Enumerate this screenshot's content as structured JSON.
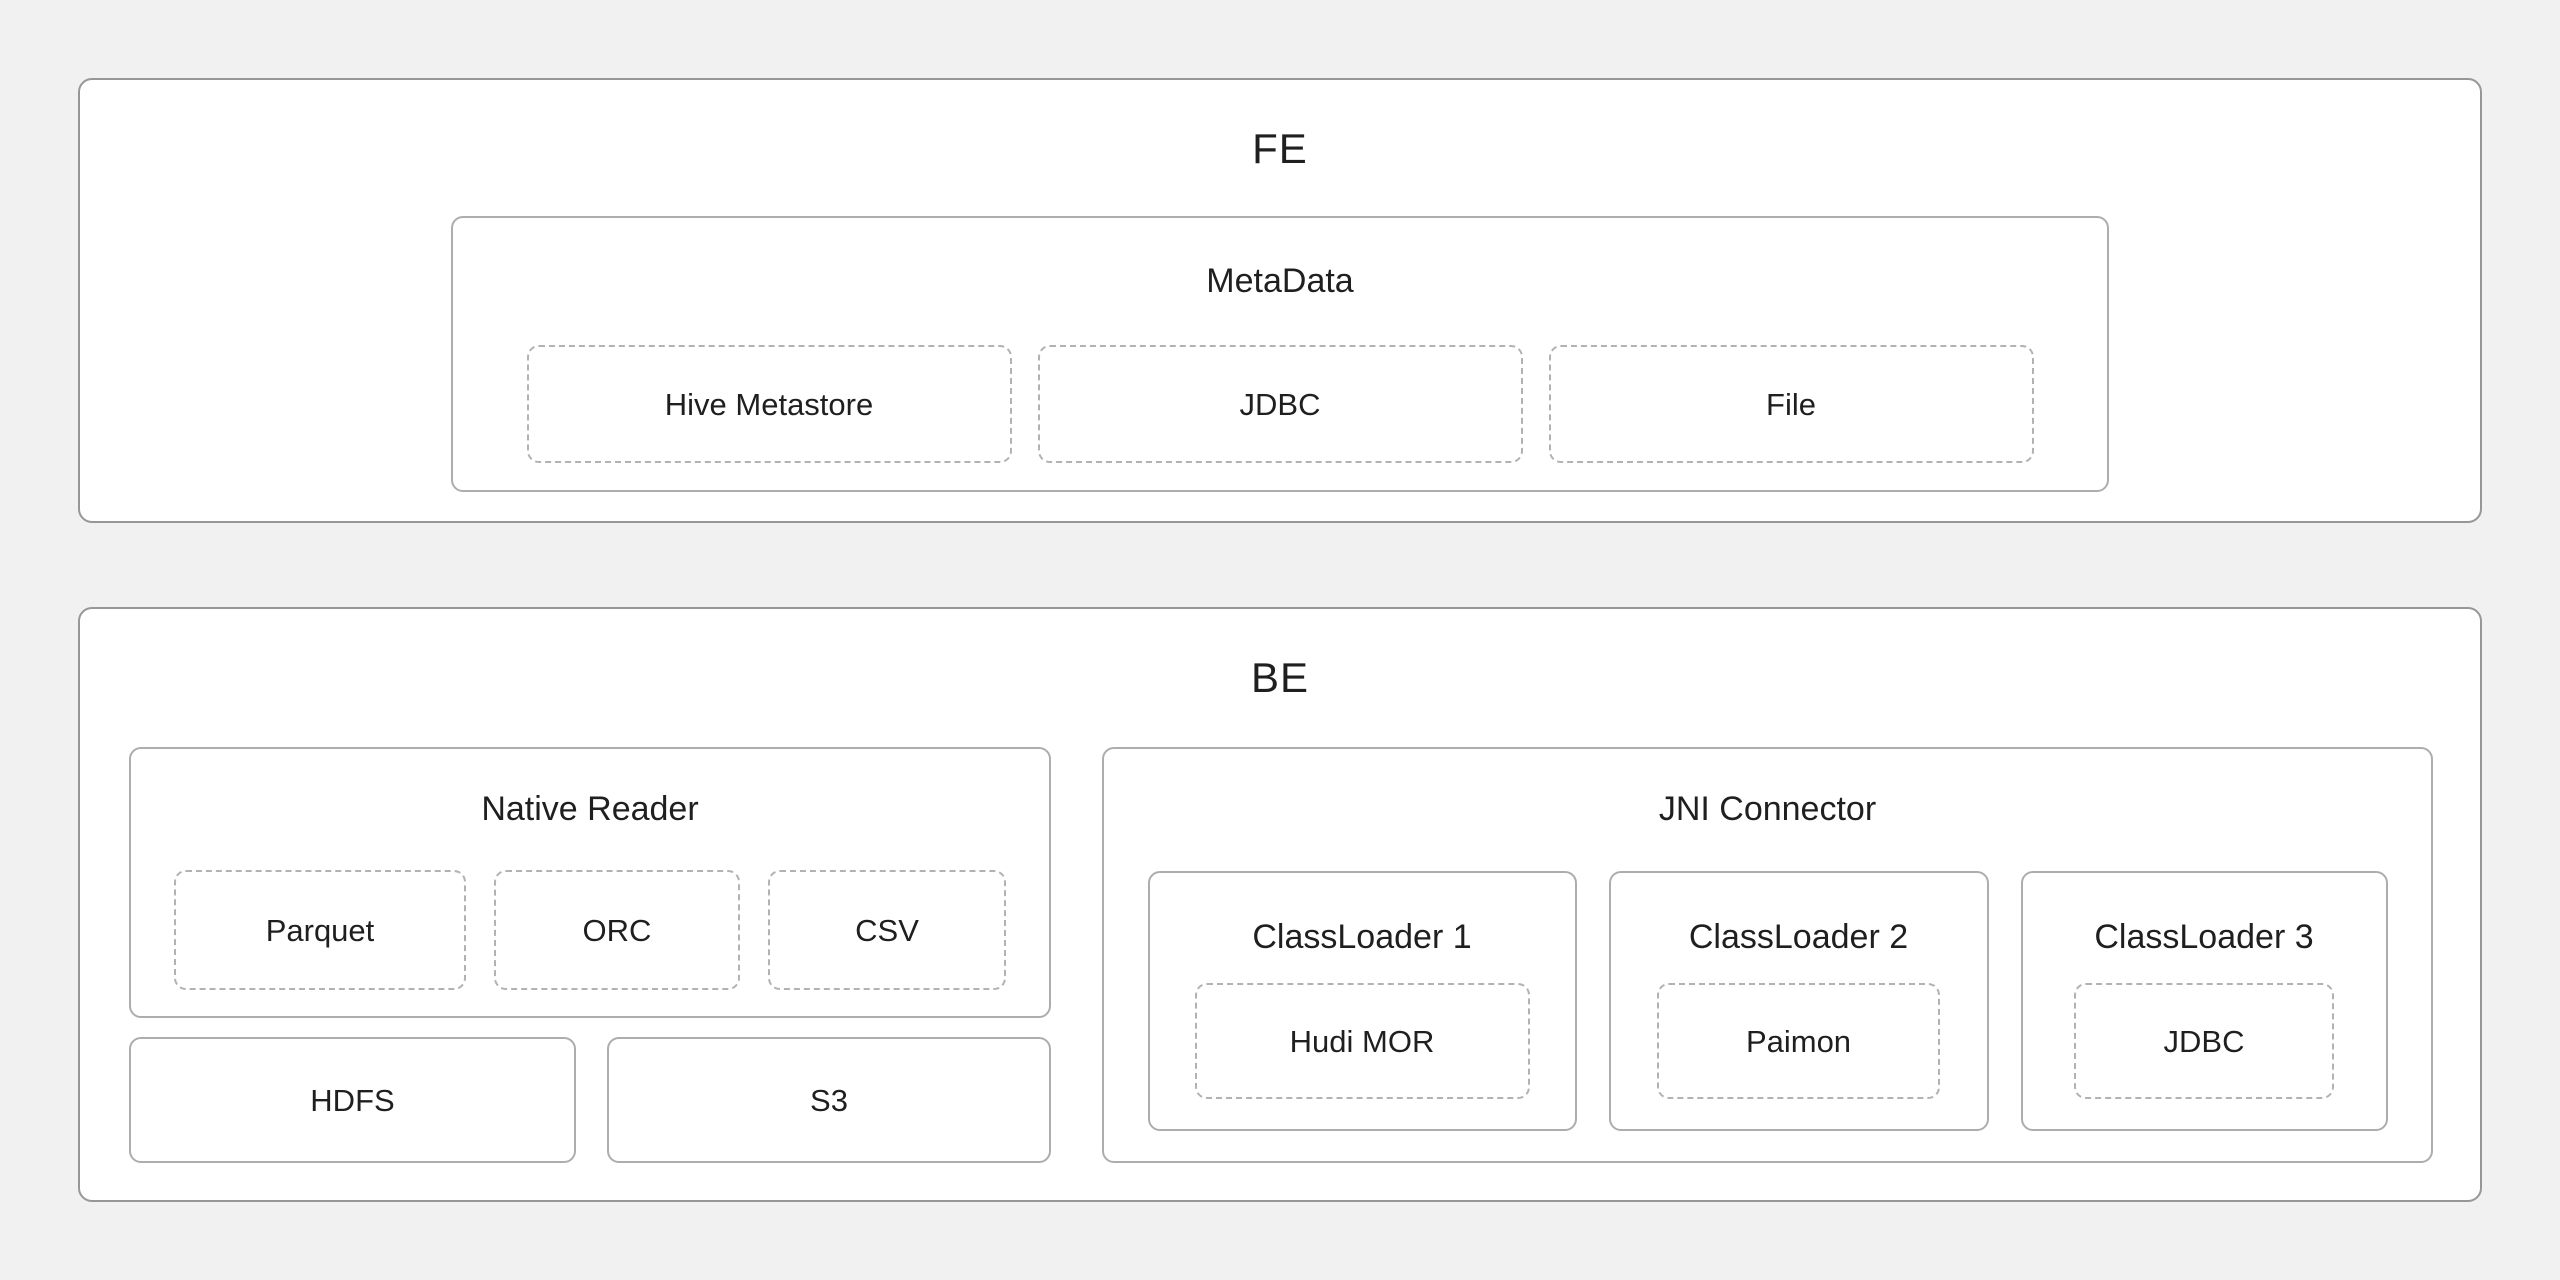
{
  "fe": {
    "title": "FE",
    "metadata": {
      "title": "MetaData",
      "items": [
        "Hive Metastore",
        "JDBC",
        "File"
      ]
    }
  },
  "be": {
    "title": "BE",
    "native_reader": {
      "title": "Native Reader",
      "formats": [
        "Parquet",
        "ORC",
        "CSV"
      ]
    },
    "storage": [
      "HDFS",
      "S3"
    ],
    "jni_connector": {
      "title": "JNI Connector",
      "classloaders": [
        {
          "title": "ClassLoader 1",
          "item": "Hudi MOR"
        },
        {
          "title": "ClassLoader 2",
          "item": "Paimon"
        },
        {
          "title": "ClassLoader 3",
          "item": "JDBC"
        }
      ]
    }
  },
  "colors": {
    "page_background": "#f1f1f2",
    "panel_background": "#ffffff",
    "panel_border": "#979797",
    "inner_border": "#adadad",
    "dashed_border": "#b2b2b2",
    "text": "#1f1f1f"
  }
}
